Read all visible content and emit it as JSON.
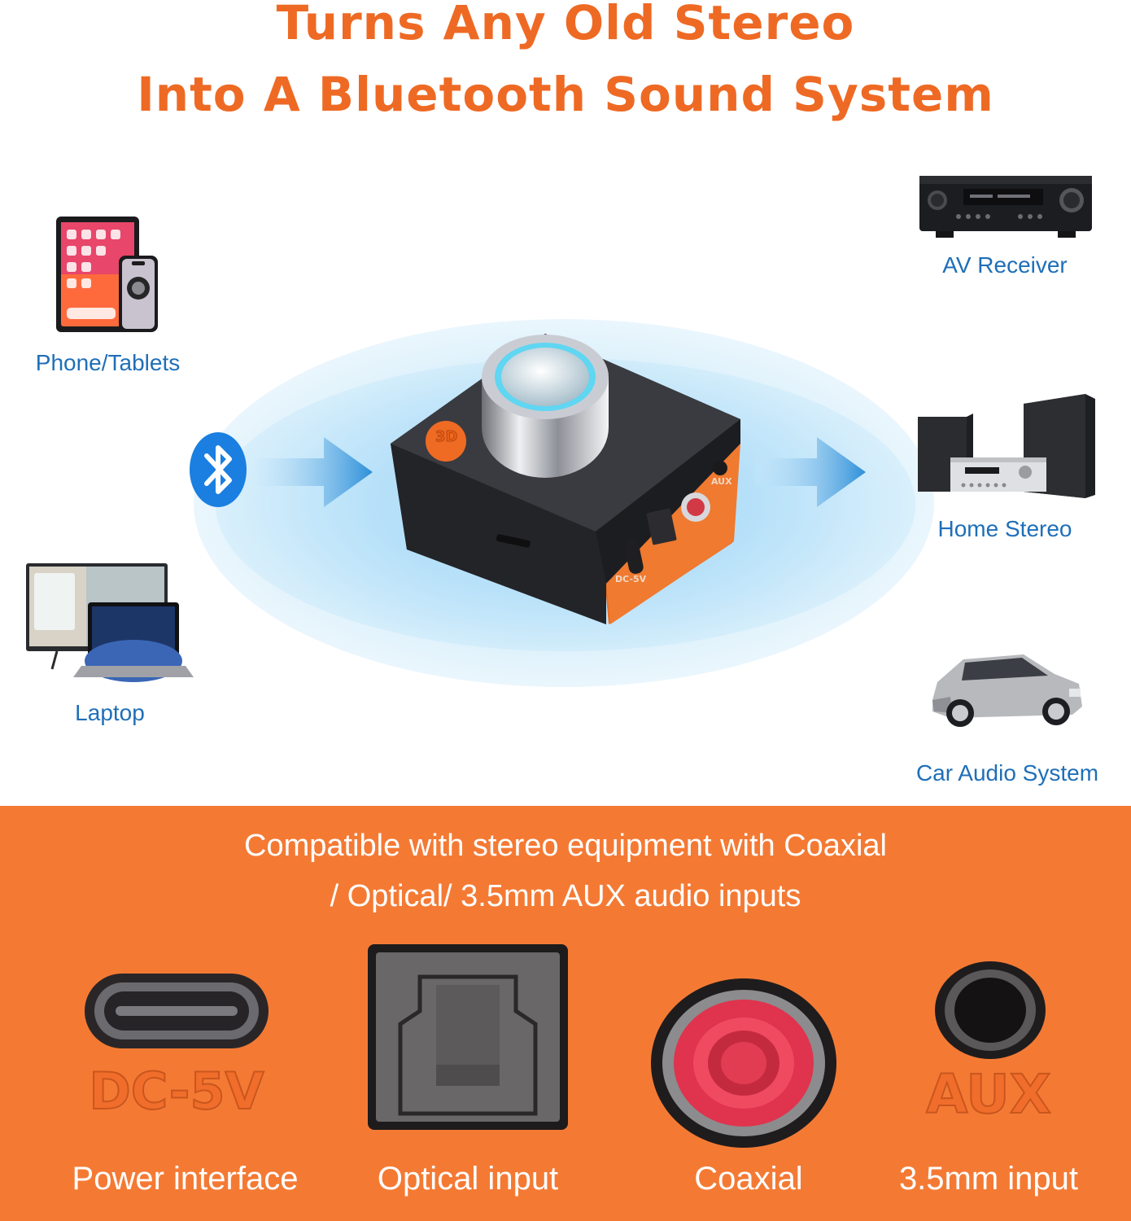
{
  "headline": {
    "line1": "Turns Any Old Stereo",
    "line2": "Into A Bluetooth Sound System"
  },
  "sources": [
    {
      "label": "Phone/Tablets",
      "icon": "phone-tablet-icon"
    },
    {
      "label": "Laptop",
      "icon": "laptop-icon"
    }
  ],
  "outputs": [
    {
      "label": "AV Receiver",
      "icon": "av-receiver-icon"
    },
    {
      "label": "Home Stereo",
      "icon": "home-stereo-icon"
    },
    {
      "label": "Car Audio System",
      "icon": "car-icon"
    }
  ],
  "device": {
    "button_label": "3D",
    "aux_label": "AUX",
    "dc_label": "DC-5V"
  },
  "compatibility": {
    "line1": "Compatible with stereo equipment with Coaxial",
    "line2": "/ Optical/ 3.5mm AUX audio inputs"
  },
  "ports": [
    {
      "label": "Power interface",
      "emboss": "DC-5V"
    },
    {
      "label": "Optical input"
    },
    {
      "label": "Coaxial"
    },
    {
      "label": "3.5mm input",
      "emboss": "AUX"
    }
  ],
  "colors": {
    "accent": "#ee6a24",
    "panel": "#f47a34",
    "label_blue": "#1f6fb8",
    "bluetooth": "#1a7fe0"
  }
}
